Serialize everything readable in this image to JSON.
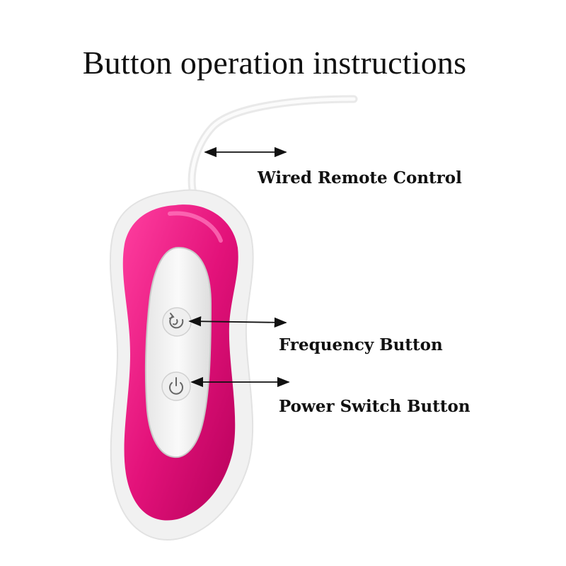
{
  "title": "Button operation instructions",
  "labels": {
    "wired_remote": "Wired Remote Control",
    "frequency": "Frequency Button",
    "power": "Power Switch Button"
  },
  "icons": {
    "frequency": "frequency-cycle-icon",
    "power": "power-icon"
  },
  "colors": {
    "shell": "#e3127a",
    "shell_dark": "#b5005a",
    "panel": "#f3f3f3",
    "cable": "#f0f0f0",
    "arrow": "#111111"
  }
}
